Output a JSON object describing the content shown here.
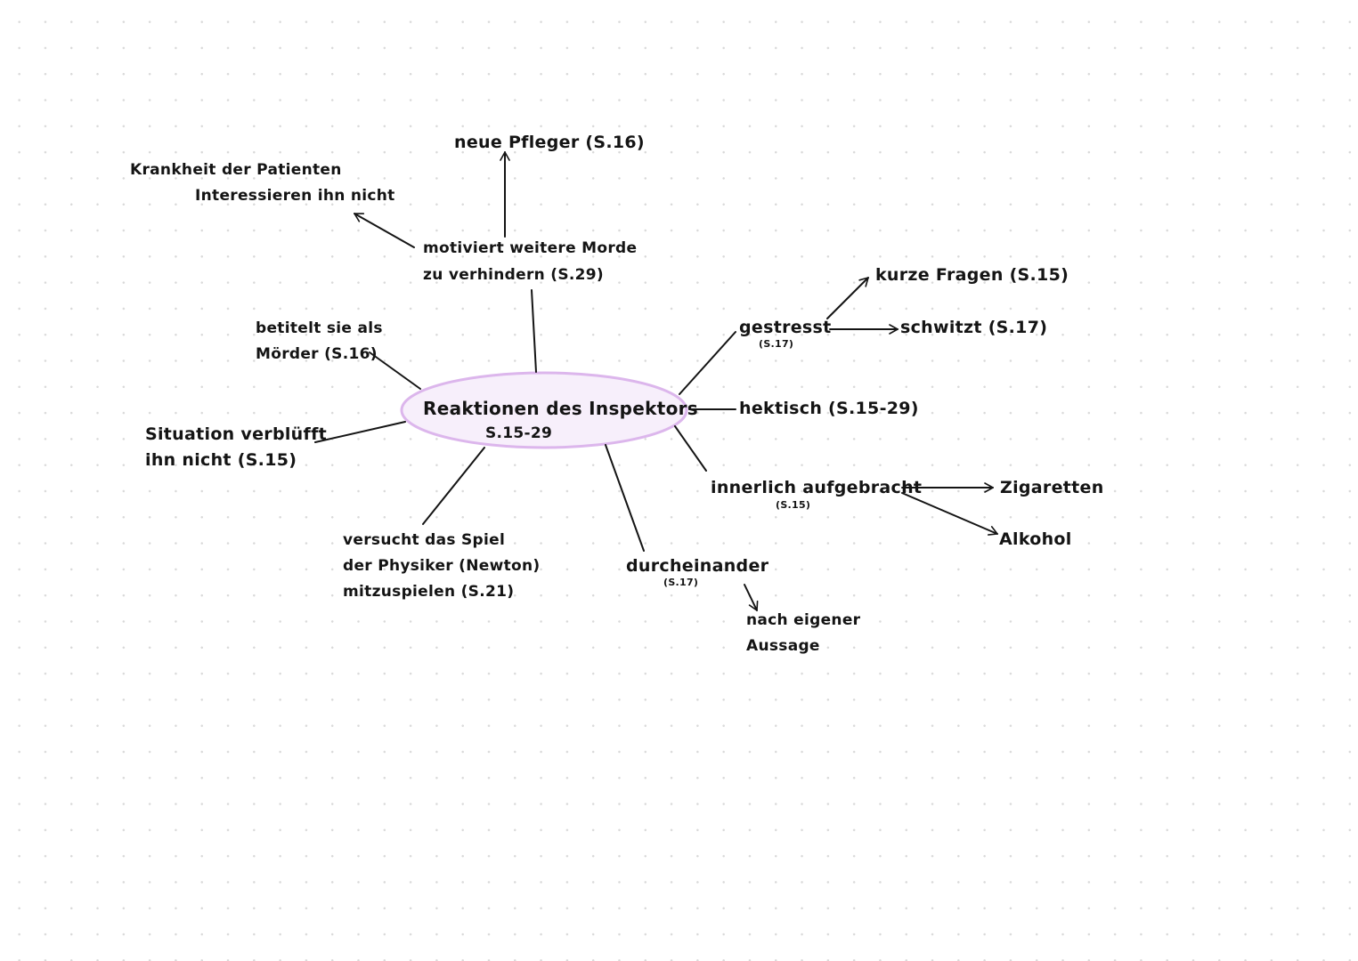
{
  "colors": {
    "ink": "#141414",
    "center_fill": "#f7effb",
    "center_stroke": "#dcb6ec",
    "grid_dot": "#d9d9d9"
  },
  "center": {
    "title": "Reaktionen des Inspektors",
    "pages": "S.15-29"
  },
  "nodes": {
    "neue_pfleger": "neue Pfleger (S.16)",
    "krankheit_line1": "Krankheit der Patienten",
    "krankheit_line2": "Interessieren ihn nicht",
    "motiviert_line1": "motiviert weitere Morde",
    "motiviert_line2": "zu verhindern (S.29)",
    "betitelt_line1": "betitelt sie als",
    "betitelt_line2": "Mörder (S.16)",
    "situation_line1": "Situation verblüfft",
    "situation_line2": "ihn nicht (S.15)",
    "versucht_line1": "versucht das Spiel",
    "versucht_line2": "der Physiker (Newton)",
    "versucht_line3": "mitzuspielen (S.21)",
    "durcheinander": "durcheinander",
    "durcheinander_ref": "(S.17)",
    "nach_line1": "nach eigener",
    "nach_line2": "Aussage",
    "gestresst": "gestresst",
    "gestresst_ref": "(S.17)",
    "kurze_fragen": "kurze Fragen (S.15)",
    "schwitzt": "schwitzt (S.17)",
    "hektisch": "hektisch (S.15-29)",
    "innerlich": "innerlich aufgebracht",
    "innerlich_ref": "(S.15)",
    "zigaretten": "Zigaretten",
    "alkohol": "Alkohol"
  }
}
